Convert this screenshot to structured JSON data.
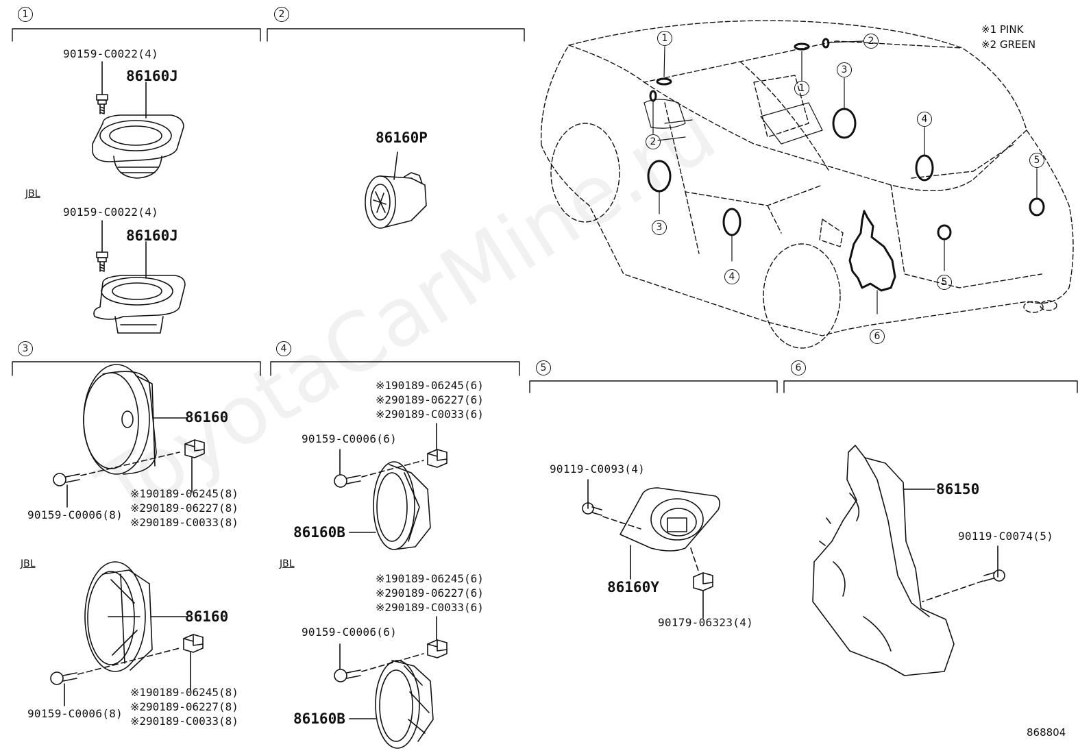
{
  "watermark": "ToyotaCarMine.ru",
  "legend": {
    "line1": "※1 PINK",
    "line2": "※2 GREEN"
  },
  "diagram_code": "868804",
  "sections": {
    "s1": {
      "number": "1",
      "screw_top": "90159-C0022(4)",
      "part_top": "86160J",
      "jbl": "JBL",
      "screw_jbl": "90159-C0022(4)",
      "part_jbl": "86160J"
    },
    "s2": {
      "number": "2",
      "part": "86160P"
    },
    "s3": {
      "number": "3",
      "part_top": "86160",
      "screw_top": "90159-C0006(8)",
      "clips_top": [
        "※190189-06245(8)",
        "※290189-06227(8)",
        "※290189-C0033(8)"
      ],
      "jbl": "JBL",
      "part_jbl": "86160",
      "screw_jbl": "90159-C0006(8)",
      "clips_jbl": [
        "※190189-06245(8)",
        "※290189-06227(8)",
        "※290189-C0033(8)"
      ]
    },
    "s4": {
      "number": "4",
      "clips_top": [
        "※190189-06245(6)",
        "※290189-06227(6)",
        "※290189-C0033(6)"
      ],
      "screw_top": "90159-C0006(6)",
      "part_top": "86160B",
      "jbl": "JBL",
      "clips_jbl": [
        "※190189-06245(6)",
        "※290189-06227(6)",
        "※290189-C0033(6)"
      ],
      "screw_jbl": "90159-C0006(6)",
      "part_jbl": "86160B"
    },
    "s5": {
      "number": "5",
      "screw": "90119-C0093(4)",
      "part": "86160Y",
      "clip": "90179-06323(4)"
    },
    "s6": {
      "number": "6",
      "part": "86150",
      "screw": "90119-C0074(5)"
    }
  },
  "car_callouts": [
    "1",
    "1",
    "2",
    "2",
    "3",
    "3",
    "4",
    "4",
    "5",
    "5",
    "6"
  ]
}
